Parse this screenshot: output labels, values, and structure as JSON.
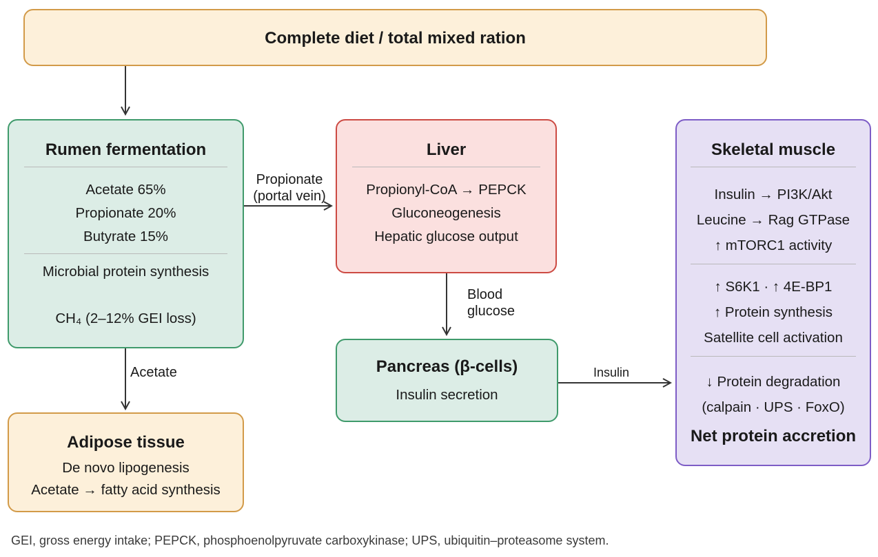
{
  "top": {
    "title": "Complete diet / total mixed ration"
  },
  "rumen": {
    "title": "Rumen fermentation",
    "vfa": [
      "Acetate 65%",
      "Propionate 20%",
      "Butyrate 15%"
    ],
    "other": [
      "Microbial protein synthesis",
      "CH₄ (2–12% GEI loss)"
    ]
  },
  "liver": {
    "title": "Liver",
    "lines": [
      "Propionyl-CoA → PEPCK",
      "Gluconeogenesis",
      "Hepatic glucose output"
    ]
  },
  "pancreas": {
    "title": "Pancreas (β-cells)",
    "lines": [
      "Insulin secretion"
    ]
  },
  "adipose": {
    "title": "Adipose tissue",
    "lines": [
      "De novo lipogenesis",
      "Acetate → fatty acid synthesis"
    ]
  },
  "muscle": {
    "title": "Skeletal muscle",
    "group1": [
      "Insulin → PI3K/Akt",
      "Leucine → Rag GTPase",
      "↑ mTORC1 activity"
    ],
    "group2": [
      "↑ S6K1 · ↑ 4E-BP1",
      "↑ Protein synthesis",
      "Satellite cell activation"
    ],
    "group3": [
      "↓ Protein degradation",
      "(calpain · UPS · FoxO)"
    ],
    "result": "Net protein accretion"
  },
  "edges": {
    "propionate": [
      "Propionate",
      "(portal vein)"
    ],
    "blood_glucose": [
      "Blood",
      "glucose"
    ],
    "acetate": "Acetate",
    "insulin": "Insulin"
  },
  "footnote": "GEI, gross energy intake; PEPCK, phosphoenolpyruvate carboxykinase; UPS, ubiquitin–proteasome system."
}
